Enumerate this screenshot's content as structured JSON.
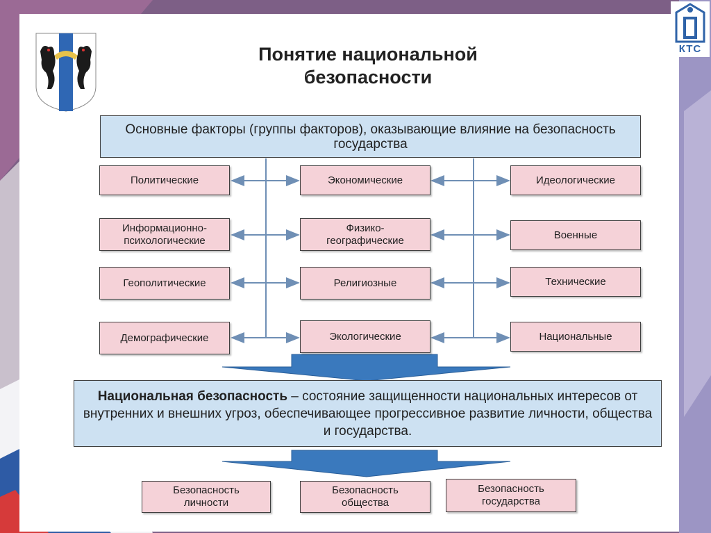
{
  "title": "Понятие национальной безопасности",
  "header": "Основные факторы (группы факторов), оказывающие влияние на безопасность государства",
  "factors": {
    "left": [
      "Политические",
      "Информационно-психологические",
      "Геополитические",
      "Демографические"
    ],
    "center": [
      "Экономические",
      "Физико-географические",
      "Религиозные",
      "Экологические"
    ],
    "right": [
      "Идеологические",
      "Военные",
      "Технические",
      "Национальные"
    ]
  },
  "definition": {
    "term": "Национальная безопасность",
    "text": " – состояние защищенности национальных интересов от внутренних и внешних угроз, обеспечивающее прогрессивное развитие личности, общества и государства."
  },
  "outcomes": [
    "Безопасность личности",
    "Безопасность общества",
    "Безопасность государства"
  ],
  "logo": {
    "text": "КТС"
  },
  "colors": {
    "pink_box": "#f5d2d8",
    "blue_box": "#cde1f2",
    "arrow": "#3a79bd",
    "connector": "#6f8fb5"
  }
}
